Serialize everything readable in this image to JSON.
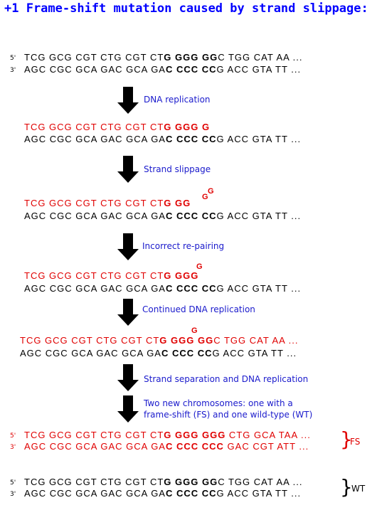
{
  "title": "+1 Frame-shift mutation caused by strand slippage:",
  "labels": {
    "five": "5'",
    "three": "3'"
  },
  "blocks": [
    {
      "top": {
        "pre": "TCG GCG CGT CTG CGT CT",
        "bold": "G GGG GG",
        "post": "C TGG CAT AA ...",
        "color": "black"
      },
      "bottom": {
        "pre": "AGC CGC GCA GAC GCA GA",
        "bold": "C CCC CC",
        "post": "G ACC GTA TT ...",
        "color": "black"
      }
    },
    {
      "top": {
        "pre": "TCG GCG CGT CTG CGT CT",
        "bold": "G GGG G",
        "post": "",
        "color": "red"
      },
      "bottom": {
        "pre": "AGC CGC GCA GAC GCA GA",
        "bold": "C CCC CC",
        "post": "G ACC GTA TT ...",
        "color": "black"
      }
    },
    {
      "top": {
        "pre": "TCG GCG CGT CTG CGT CT",
        "bold": "G GG",
        "post": "",
        "color": "red"
      },
      "bottom": {
        "pre": "AGC CGC GCA GAC GCA GA",
        "bold": "C CCC CC",
        "post": "G ACC GTA TT ...",
        "color": "black"
      }
    },
    {
      "top": {
        "pre": "TCG GCG CGT CTG CGT CT",
        "bold": "G GGG",
        "post": "",
        "color": "red"
      },
      "bottom": {
        "pre": "AGC CGC GCA GAC GCA GA",
        "bold": "C CCC CC",
        "post": "G ACC GTA TT ...",
        "color": "black"
      }
    },
    {
      "top": {
        "pre": "TCG GCG CGT CTG CGT CT",
        "bold": "G GGG GG",
        "post": "C TGG CAT AA ...",
        "color": "red"
      },
      "bottom": {
        "pre": "AGC CGC GCA GAC GCA GA",
        "bold": "C CCC CC",
        "post": "G ACC GTA TT ...",
        "color": "black"
      }
    },
    {
      "top": {
        "pre": "TCG GCG CGT CTG CGT CT",
        "bold": "G GGG GGG",
        "post": " CTG GCA TAA ...",
        "color": "red"
      },
      "bottom": {
        "pre": "AGC CGC GCA GAC GCA GA",
        "bold": "C CCC CCC",
        "post": " GAC CGT ATT ...",
        "color": "red"
      }
    },
    {
      "top": {
        "pre": "TCG GCG CGT CTG CGT CT",
        "bold": "G GGG GG",
        "post": "C TGG CAT AA ...",
        "color": "black"
      },
      "bottom": {
        "pre": "AGC CGC GCA GAC GCA GA",
        "bold": "C CCC CC",
        "post": "G ACC GTA TT ...",
        "color": "black"
      }
    }
  ],
  "steps": [
    "DNA replication",
    "Strand slippage",
    "Incorrect re-pairing",
    "Continued DNA replication",
    "Strand separation and DNA replication",
    "Two new chromosomes: one with a\nframe-shift (FS) and one wild-type (WT)"
  ],
  "extra_g": "G",
  "slip_g2": "G",
  "tags": {
    "fs": "FS",
    "wt": "WT"
  }
}
